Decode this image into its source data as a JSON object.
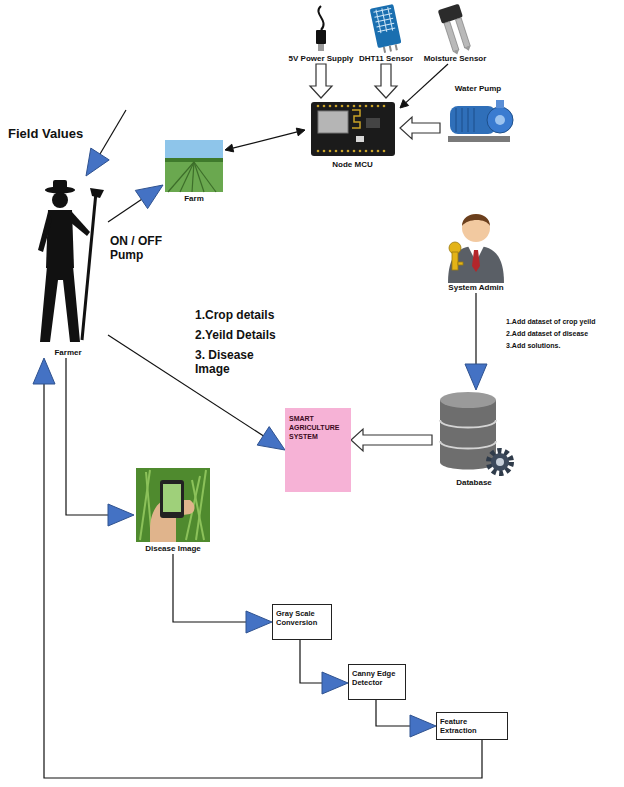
{
  "diagram": {
    "nodes": [
      {
        "text": [
          "5V Power Supply"
        ]
      },
      {
        "text": [
          "DHT11 Sensor"
        ]
      },
      {
        "text": [
          "Moisture Sensor"
        ]
      },
      {
        "text": [
          "Farm"
        ]
      },
      {
        "text": [
          "Node MCU"
        ]
      },
      {
        "text": [
          "Water Pump"
        ]
      },
      {
        "text": [
          "System Admin"
        ]
      },
      {
        "text": [
          "Farmer"
        ]
      },
      {
        "text": [
          "SMART AGRICULTURE SYSTEM"
        ]
      },
      {
        "text": [
          "Database"
        ]
      },
      {
        "text": [
          "Disease Image"
        ]
      },
      {
        "text": [
          "Gray Scale Conversion"
        ]
      },
      {
        "text": [
          "Canny Edge Detector"
        ]
      },
      {
        "text": [
          "Feature Extraction"
        ]
      }
    ],
    "edges": [
      {
        "from": 0,
        "to": 4,
        "arrow": "to"
      },
      {
        "from": 1,
        "to": 4,
        "arrow": "to"
      },
      {
        "from": 2,
        "to": 4,
        "arrow": "to"
      },
      {
        "from": 5,
        "to": 4,
        "arrow": "to"
      },
      {
        "from": 3,
        "to": 4,
        "arrow": "both"
      },
      {
        "from": 7,
        "to": 3,
        "label": "ON / OFF Pump",
        "arrow": "to"
      },
      {
        "from": 7,
        "to": 8,
        "arrow": "to"
      },
      {
        "from": 6,
        "to": 9,
        "arrow": "to"
      },
      {
        "from": 9,
        "to": 8,
        "arrow": "to"
      },
      {
        "from": 7,
        "to": 10,
        "arrow": "to"
      },
      {
        "from": 10,
        "to": 11,
        "arrow": "to"
      },
      {
        "from": 11,
        "to": 12,
        "arrow": "to"
      },
      {
        "from": 12,
        "to": 13,
        "arrow": "to"
      },
      {
        "from": 13,
        "to": 7,
        "arrow": "to"
      }
    ],
    "labels": [
      "Field Values",
      "1.Crop details",
      "2.Yeild Details",
      "3. Disease Image",
      "1.Add dataset of crop yeild",
      "2.Add dataset of disease",
      "3.Add solutions."
    ]
  }
}
